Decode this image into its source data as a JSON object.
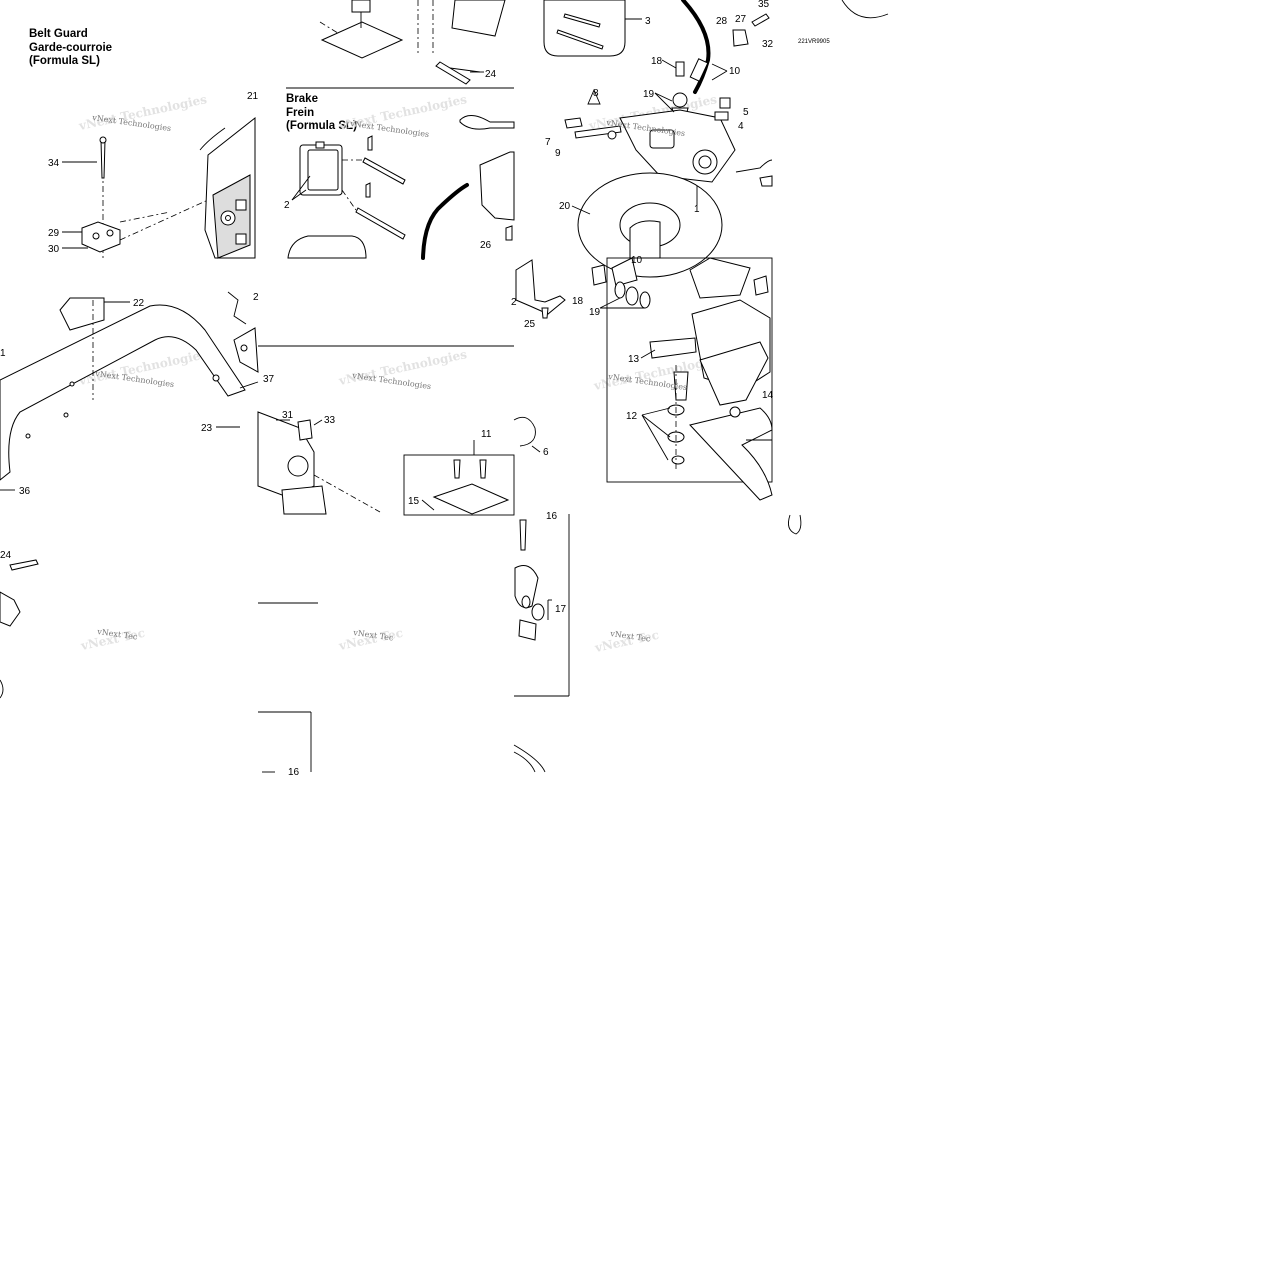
{
  "belt_guard_title": {
    "line1": "Belt Guard",
    "line2": "Garde-courroie",
    "line3": "(Formula SL)"
  },
  "brake_title": {
    "line1": "Brake",
    "line2": "Frein",
    "line3": "(Formula SL)"
  },
  "drawing_code": "221VR9905",
  "watermark": "vNext Technologies",
  "watermark_partial": "vNext Tec",
  "callouts": {
    "c1_left": "1",
    "c2_left": "2",
    "c21": "21",
    "c22": "22",
    "c23": "23",
    "c24": "24",
    "c24b": "24",
    "c29": "29",
    "c30": "30",
    "c31": "31",
    "c33": "33",
    "c34": "34",
    "c36": "36",
    "c37": "37",
    "c1": "1",
    "c2": "2",
    "c2b": "2",
    "c3": "3",
    "c4": "4",
    "c5": "5",
    "c6": "6",
    "c7": "7",
    "c8": "8",
    "c9": "9",
    "c10": "10",
    "c10b": "10",
    "c11": "11",
    "c12": "12",
    "c13": "13",
    "c14": "14",
    "c15": "15",
    "c16": "16",
    "c16b": "16",
    "c17": "17",
    "c18": "18",
    "c18b": "18",
    "c19": "19",
    "c19b": "19",
    "c20": "20",
    "c25": "25",
    "c26": "26",
    "c27": "27",
    "c28": "28",
    "c32": "32",
    "c35": "35"
  }
}
